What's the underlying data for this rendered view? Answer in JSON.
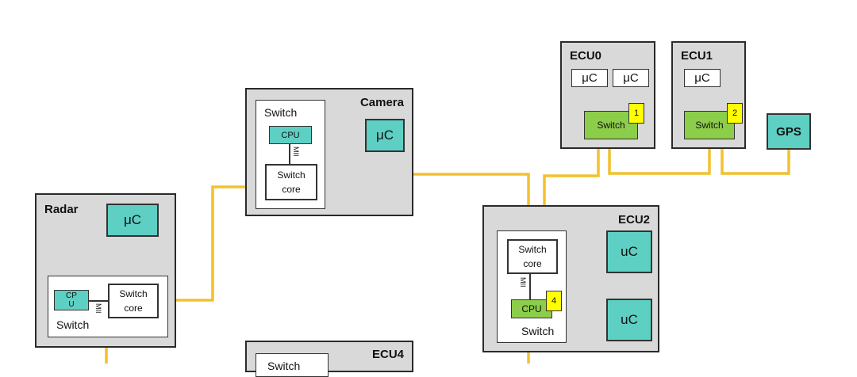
{
  "ecus": {
    "ecu0": {
      "title": "ECU0",
      "uc1": "μC",
      "uc2": "μC",
      "switch": "Switch",
      "badge": "1"
    },
    "ecu1": {
      "title": "ECU1",
      "uc": "μC",
      "switch": "Switch",
      "badge": "2"
    },
    "gps": {
      "title": "GPS"
    },
    "camera": {
      "title": "Camera",
      "switch_label": "Switch",
      "cpu": "CPU",
      "mii": "MII",
      "core": "Switch\ncore",
      "uc": "μC"
    },
    "radar": {
      "title": "Radar",
      "uc": "μC",
      "cpu": "CP\nU",
      "mii": "MII",
      "core": "Switch\ncore",
      "switch_label": "Switch"
    },
    "ecu2": {
      "title": "ECU2",
      "core": "Switch\ncore",
      "mii": "MII",
      "cpu": "CPU",
      "badge": "4",
      "switch_label": "Switch",
      "uc1": "uC",
      "uc2": "uC"
    },
    "ecu4": {
      "title": "ECU4",
      "switch_label": "Switch"
    }
  },
  "colors": {
    "wire": "#f2c12e",
    "ecu_bg": "#d9d9d9",
    "teal": "#5ecfc3",
    "green": "#8ccd4a",
    "badge": "#ffff00"
  }
}
